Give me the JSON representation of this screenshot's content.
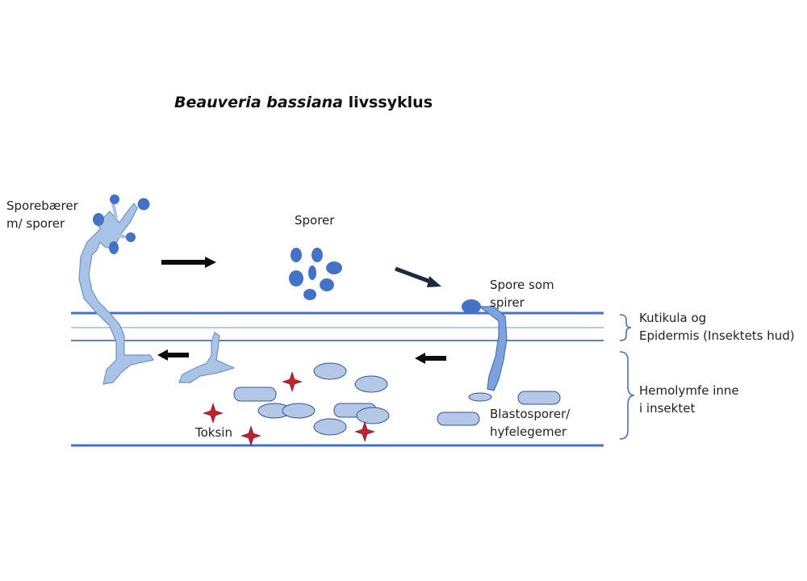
{
  "title": {
    "species": "Beauveria bassiana",
    "rest": " livssyklus"
  },
  "labels": {
    "sporebaerer_line1": "Sporebærer",
    "sporebaerer_line2": "m/ sporer",
    "sporer": "Sporer",
    "spore_som_line1": "Spore som",
    "spore_som_line2": "spirer",
    "kutikula_line1": "Kutikula og",
    "kutikula_line2": "Epidermis (Insektets hud)",
    "hemolymfe_line1": "Hemolymfe inne",
    "hemolymfe_line2": "i insektet",
    "blasto_line1": "Blastosporer/",
    "blasto_line2": "hyfelegemer",
    "toksin": "Toksin"
  },
  "colors": {
    "layer_line": "#4472c4",
    "fungus_fill": "#a9c3e6",
    "fungus_stroke": "#6f93c9",
    "spore_fill": "#4472c4",
    "cell_fill": "#b4c7e7",
    "cell_stroke": "#2f5597",
    "arrow": "#0d0d0d",
    "toxin_fill": "#c0202f"
  },
  "icons": {
    "toxin": "four-point-star-icon",
    "arrow": "block-arrow-icon",
    "bracket": "curly-brace-icon"
  }
}
